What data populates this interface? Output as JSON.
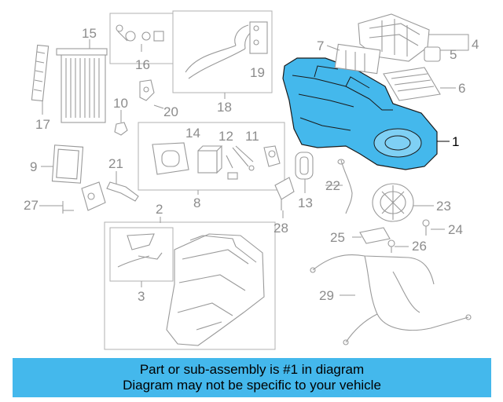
{
  "callouts": {
    "c1": "1",
    "c2": "2",
    "c3": "3",
    "c4": "4",
    "c5": "5",
    "c6": "6",
    "c7": "7",
    "c8": "8",
    "c9": "9",
    "c10": "10",
    "c11": "11",
    "c12": "12",
    "c13": "13",
    "c14": "14",
    "c15": "15",
    "c16": "16",
    "c17": "17",
    "c18": "18",
    "c19": "19",
    "c20": "20",
    "c21": "21",
    "c22": "22",
    "c23": "23",
    "c24": "24",
    "c25": "25",
    "c26": "26",
    "c27": "27",
    "c28": "28",
    "c29": "29"
  },
  "highlight": {
    "part_number": "1",
    "color": "#44b8ec"
  },
  "banner": {
    "line1": "Part or sub-assembly is #1 in diagram",
    "line2": "Diagram may not be specific to your vehicle",
    "color": "#44b8ec"
  }
}
